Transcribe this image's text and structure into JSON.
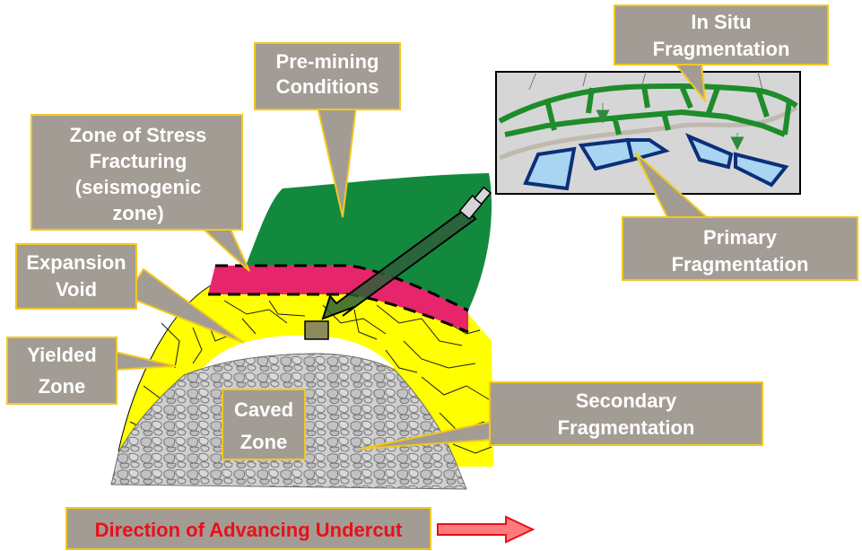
{
  "labels": {
    "pre_mining": [
      "Pre-mining",
      "Conditions"
    ],
    "stress_fracturing": [
      "Zone of Stress",
      "Fracturing",
      "(seismogenic",
      "zone)"
    ],
    "expansion_void": [
      "Expansion",
      "Void"
    ],
    "yielded_zone": [
      "Yielded",
      "Zone"
    ],
    "caved_zone": [
      "Caved",
      "Zone"
    ],
    "in_situ": [
      "In Situ",
      "Fragmentation"
    ],
    "primary": [
      "Primary",
      "Fragmentation"
    ],
    "secondary": [
      "Secondary",
      "Fragmentation"
    ],
    "direction": "Direction of Advancing Undercut"
  },
  "colors": {
    "callout_fill": "#a39c95",
    "callout_border": "#f2c81e",
    "pre_mining_zone": "#13893e",
    "seismogenic_zone": "#e6256b",
    "yielded_zone": "#ffff00",
    "caved_rock": "#c9c9c9",
    "inset_background": "#d6d6d6",
    "fracture_green": "#1e8c2a",
    "block_fill": "#a9d4f2",
    "block_border": "#0b2f7a",
    "direction_text": "#e8101a"
  }
}
